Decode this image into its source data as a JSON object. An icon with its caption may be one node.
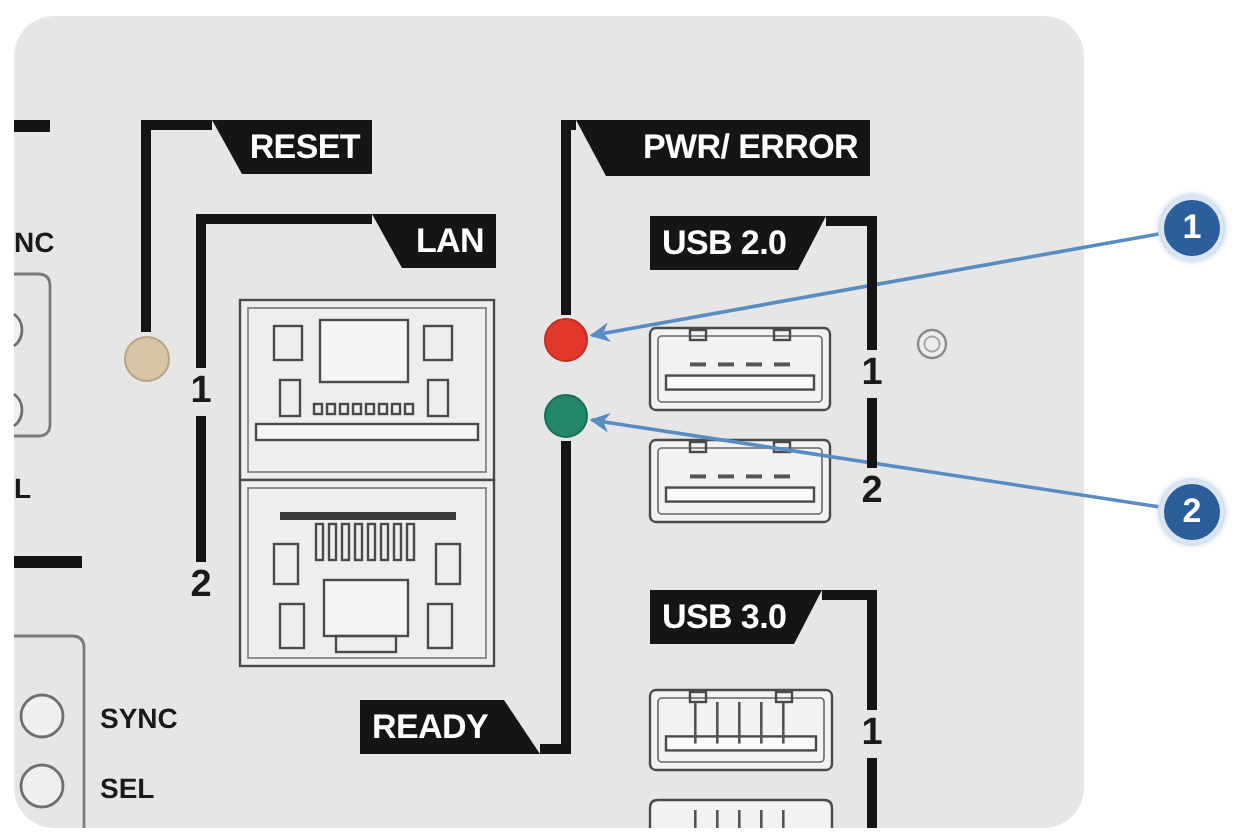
{
  "diagram": {
    "nodes": [
      {
        "text": [
          "RESET"
        ]
      },
      {
        "text": [
          "PWR/ ERROR"
        ]
      },
      {
        "text": [
          "LAN"
        ]
      },
      {
        "text": [
          "USB 2.0"
        ]
      },
      {
        "text": [
          "1"
        ]
      },
      {
        "text": [],
        "shape": "circle"
      },
      {
        "text": [
          "1"
        ]
      },
      {
        "text": [],
        "shape": "circle"
      },
      {
        "text": [
          "1"
        ]
      },
      {
        "text": [],
        "shape": "circle"
      },
      {
        "text": [
          "2"
        ]
      },
      {
        "text": [
          "2"
        ]
      },
      {
        "text": [
          "2"
        ]
      },
      {
        "text": [
          "USB 3.0"
        ]
      },
      {
        "text": [
          "READY"
        ]
      },
      {
        "text": [
          "1"
        ]
      }
    ],
    "edges": [
      {
        "from": 4,
        "to": 7,
        "arrow": "to",
        "color": "#5a8cc4"
      },
      {
        "from": 11,
        "to": 9,
        "arrow": "to",
        "color": "#5a8cc4"
      },
      {
        "from": 0,
        "to": 5,
        "arrow": "none"
      },
      {
        "from": 1,
        "to": 7,
        "arrow": "none"
      },
      {
        "from": 14,
        "to": 9,
        "arrow": "none"
      },
      {
        "from": 2,
        "to": 6,
        "arrow": "none"
      },
      {
        "from": 6,
        "to": 12,
        "arrow": "none"
      },
      {
        "from": 3,
        "to": 8,
        "arrow": "none"
      },
      {
        "from": 8,
        "to": 10,
        "arrow": "none"
      },
      {
        "from": 13,
        "to": 15,
        "arrow": "none"
      },
      {
        "from": 15,
        "to": null,
        "arrow": "none"
      }
    ],
    "labels": [
      "NC",
      "L",
      "SYNC",
      "SEL"
    ]
  }
}
